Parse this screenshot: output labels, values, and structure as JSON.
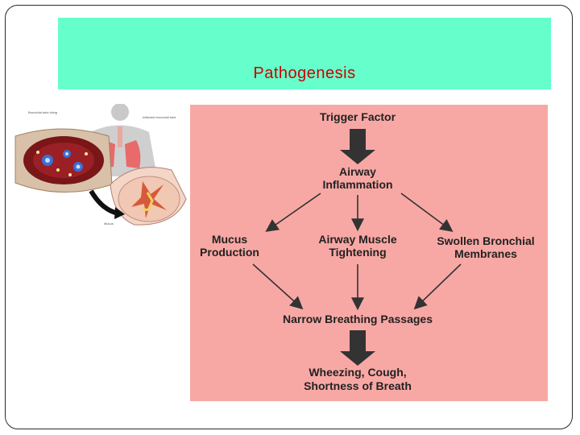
{
  "slide": {
    "title": "Pathogenesis"
  },
  "illustration": {
    "caption_left": "Bronchial tube lining",
    "caption_right": "Inflamed bronchial tube",
    "label_mucus": "Mucus"
  },
  "flowchart": {
    "nodes": {
      "trigger": "Trigger Factor",
      "inflammation_line1": "Airway",
      "inflammation_line2": "Inflammation",
      "mucus_line1": "Mucus",
      "mucus_line2": "Production",
      "muscle_line1": "Airway Muscle",
      "muscle_line2": "Tightening",
      "swollen_line1": "Swollen Bronchial",
      "swollen_line2": "Membranes",
      "narrow": "Narrow Breathing Passages",
      "symptoms_line1": "Wheezing, Cough,",
      "symptoms_line2": "Shortness of Breath"
    }
  }
}
